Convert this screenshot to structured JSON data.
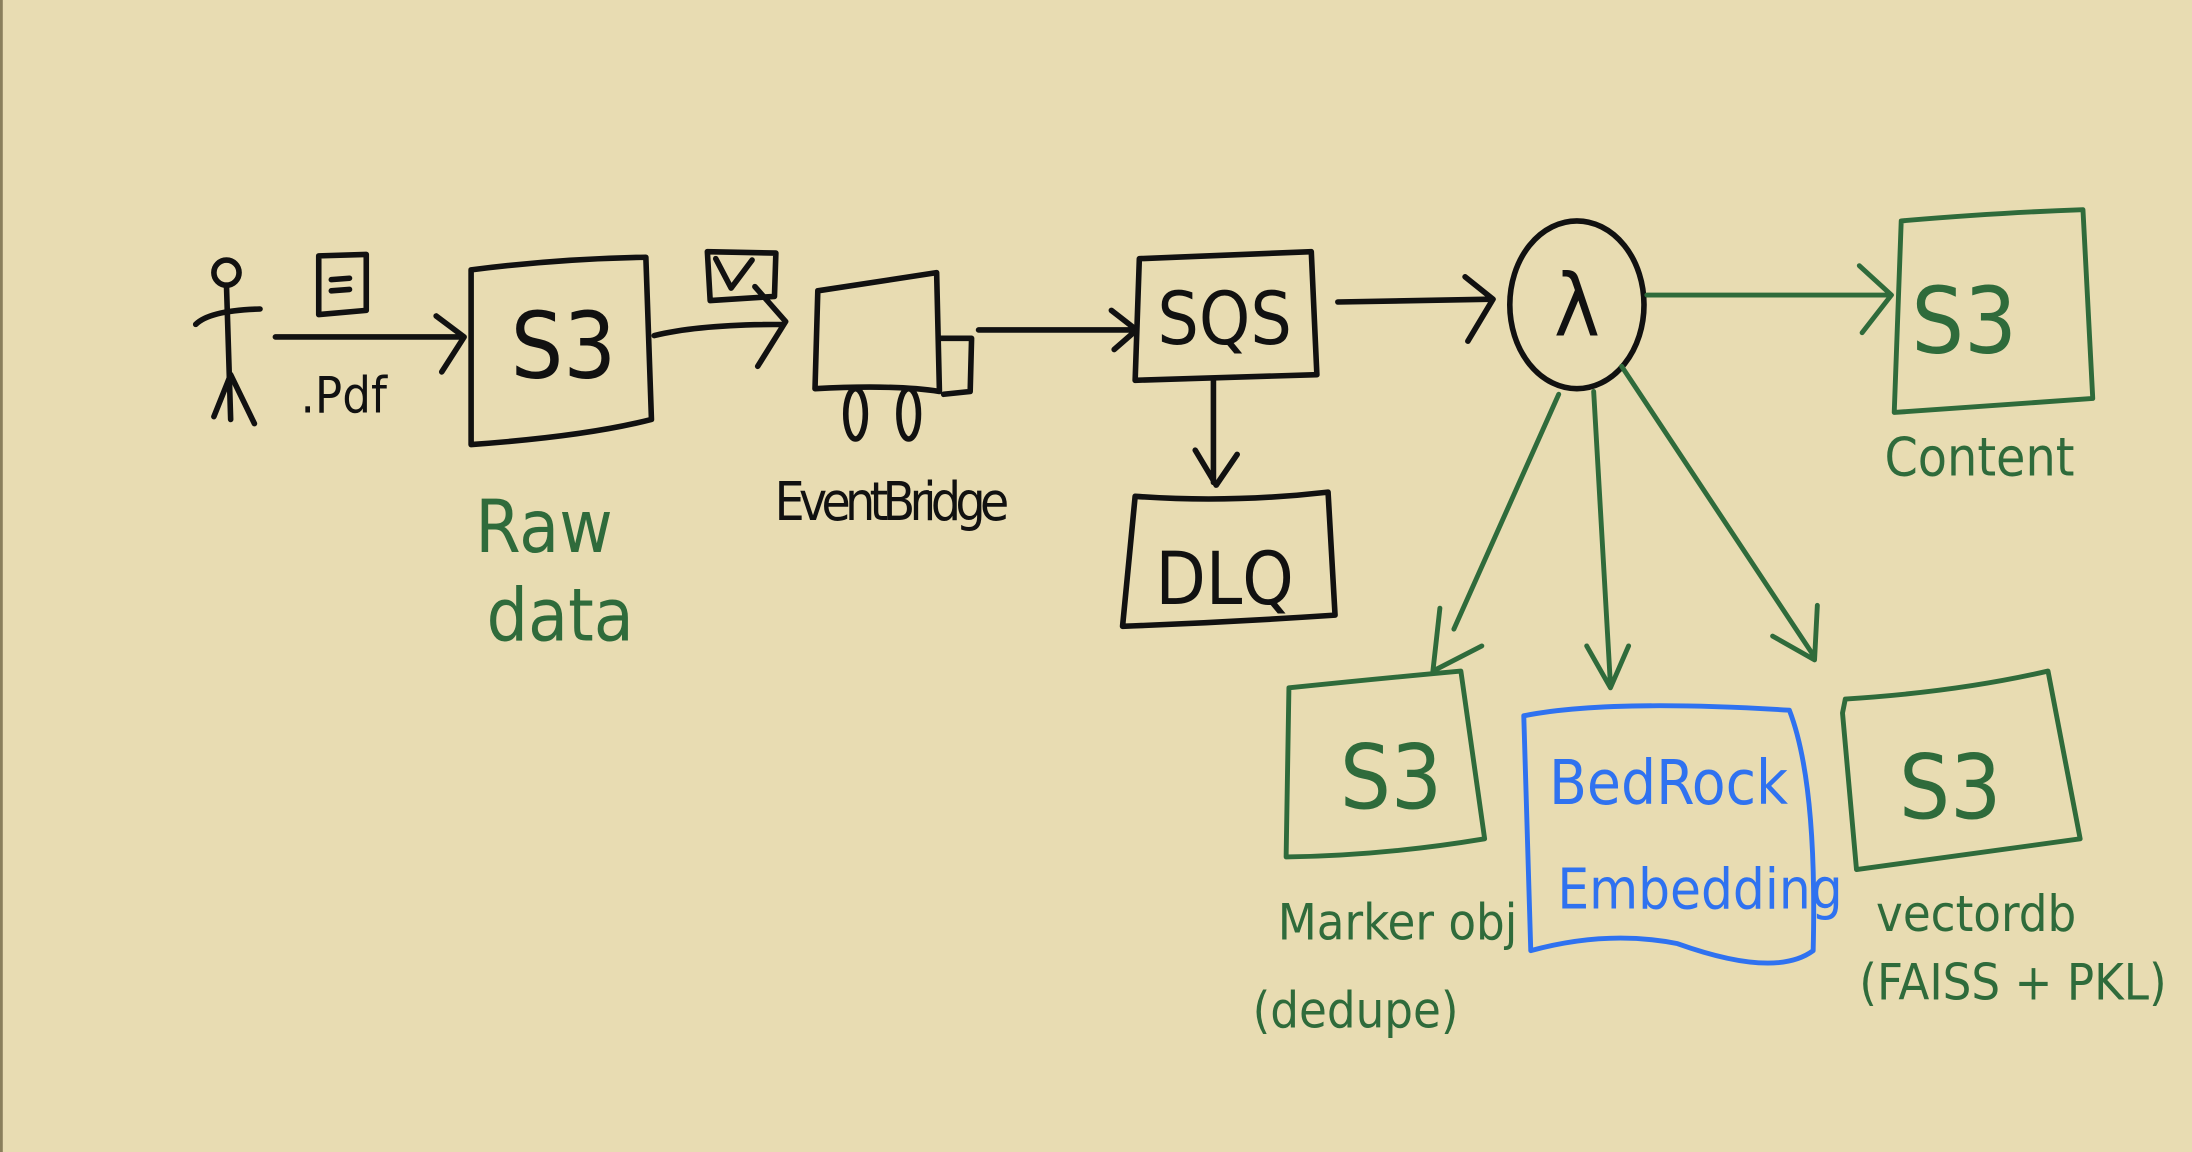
{
  "colors": {
    "background": "#e8dcb2",
    "ink": "#111111",
    "green": "#2f6b3b",
    "blue": "#2f72f0"
  },
  "nodes": {
    "user": {
      "icon": "stick-figure-icon"
    },
    "pdf": {
      "label": ".Pdf",
      "icon": "document-icon"
    },
    "raw_s3": {
      "label": "S3",
      "caption_line1": "Raw",
      "caption_line2": "data"
    },
    "event_icon": {
      "icon": "envelope-check-icon"
    },
    "eventbridge": {
      "label": "EventBridge",
      "icon": "eventbridge-cart-icon"
    },
    "sqs": {
      "label": "SQS"
    },
    "dlq": {
      "label": "DLQ"
    },
    "lambda": {
      "label": "λ"
    },
    "content_s3": {
      "label": "S3",
      "caption": "Content"
    },
    "marker_s3": {
      "label": "S3",
      "caption_line1": "Marker obj",
      "caption_line2": "(dedupe)"
    },
    "bedrock": {
      "line1": "BedRock",
      "line2": "Embedding"
    },
    "vector_s3": {
      "label": "S3",
      "caption_line1": "vectordb",
      "caption_line2": "(FAISS + PKL)"
    }
  }
}
